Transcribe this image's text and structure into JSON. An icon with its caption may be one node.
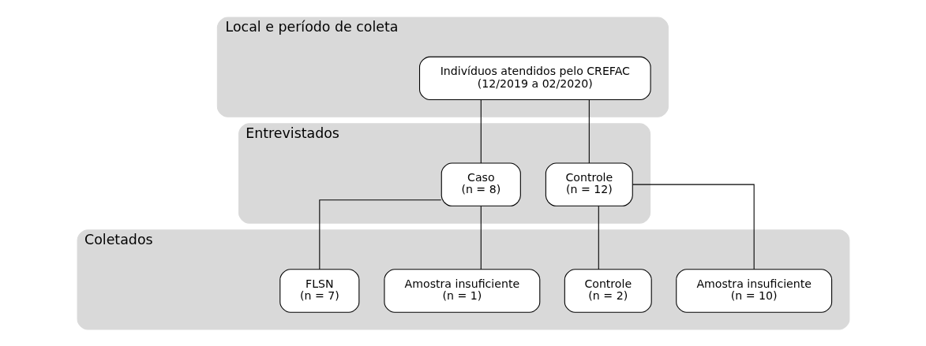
{
  "diagram": {
    "nodes": [
      {
        "text": [
          "Local e período de coleta"
        ]
      },
      {
        "text": [
          "Indivíduos atendidos pelo CREFAC",
          "(12/2019 a 02/2020)"
        ],
        "in": 0
      },
      {
        "text": [
          "Entrevistados"
        ]
      },
      {
        "text": [
          "Caso",
          "(n = 8)"
        ],
        "in": 2
      },
      {
        "text": [
          "Controle",
          "(n = 12)"
        ],
        "in": 2
      },
      {
        "text": [
          "Coletados"
        ]
      },
      {
        "text": [
          "FLSN",
          "(n = 7)"
        ],
        "in": 5
      },
      {
        "text": [
          "Amostra insuficiente",
          "(n = 1)"
        ],
        "in": 5
      },
      {
        "text": [
          "Controle",
          "(n = 2)"
        ],
        "in": 5
      },
      {
        "text": [
          "Amostra insuficiente",
          "(n = 10)"
        ],
        "in": 5
      }
    ],
    "edges": [
      {
        "from": 1,
        "to": 3,
        "arrow": "none"
      },
      {
        "from": 1,
        "to": 4,
        "arrow": "none"
      },
      {
        "from": 3,
        "to": 6,
        "arrow": "none"
      },
      {
        "from": 3,
        "to": 7,
        "arrow": "none"
      },
      {
        "from": 4,
        "to": 8,
        "arrow": "none"
      },
      {
        "from": 4,
        "to": 9,
        "arrow": "none"
      }
    ]
  }
}
